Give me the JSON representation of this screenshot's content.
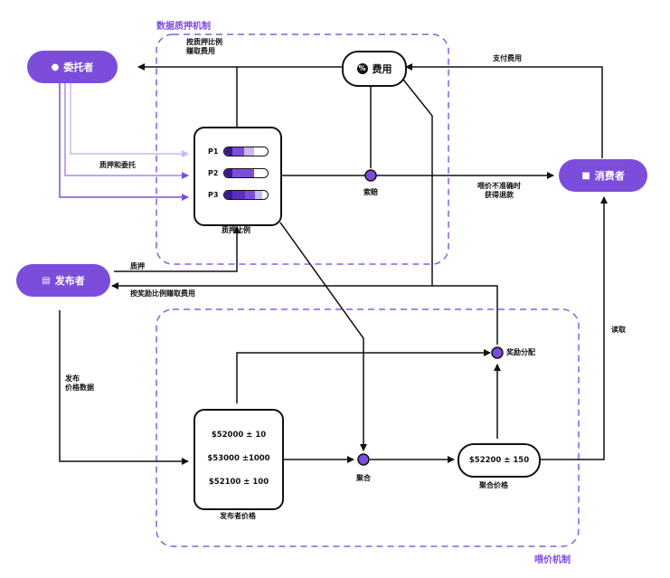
{
  "sections": {
    "staking": "数据质押机制",
    "oracle": "喂价机制"
  },
  "nodes": {
    "delegator": "委托者",
    "consumer": "消费者",
    "publisher": "发布者",
    "fee": "费用"
  },
  "stake_ratios": {
    "caption": "质押比例",
    "rows": [
      {
        "label": "P1",
        "segments": [
          0.18,
          0.28,
          0.22
        ],
        "colors": [
          "#3b1a8f",
          "#7c4ddb",
          "#c9b8f2"
        ]
      },
      {
        "label": "P2",
        "segments": [
          0.18,
          0.5
        ],
        "colors": [
          "#3b1a8f",
          "#7c4ddb"
        ]
      },
      {
        "label": "P3",
        "segments": [
          0.18,
          0.3,
          0.22,
          0.18
        ],
        "colors": [
          "#3b1a8f",
          "#5a2fc0",
          "#7c4ddb",
          "#c9b8f2"
        ]
      }
    ]
  },
  "publisher_prices": {
    "caption": "发布者价格",
    "values": [
      "$52000 ± 10",
      "$53000 ±1000",
      "$52100 ± 100"
    ]
  },
  "aggregate": {
    "value": "$52200 ± 150",
    "caption": "聚合价格"
  },
  "points": {
    "slash": "索赔",
    "aggregate": "聚合",
    "reward": "奖励分配"
  },
  "edge_labels": {
    "earn_fee_by_stake": "按质押比例\n赚取费用",
    "pay_fee": "支付费用",
    "stake_delegate": "质押和委托",
    "refund": "喂价不准确时\n获得退款",
    "stake": "质押",
    "earn_by_reward": "按奖励比例赚取费用",
    "publish_price": "发布\n价格数据",
    "read": "读取"
  },
  "colors": {
    "accent": "#7c4ddb",
    "light_accent": "#c9b8f2",
    "dark_accent": "#3b1a8f",
    "line": "#111111"
  }
}
